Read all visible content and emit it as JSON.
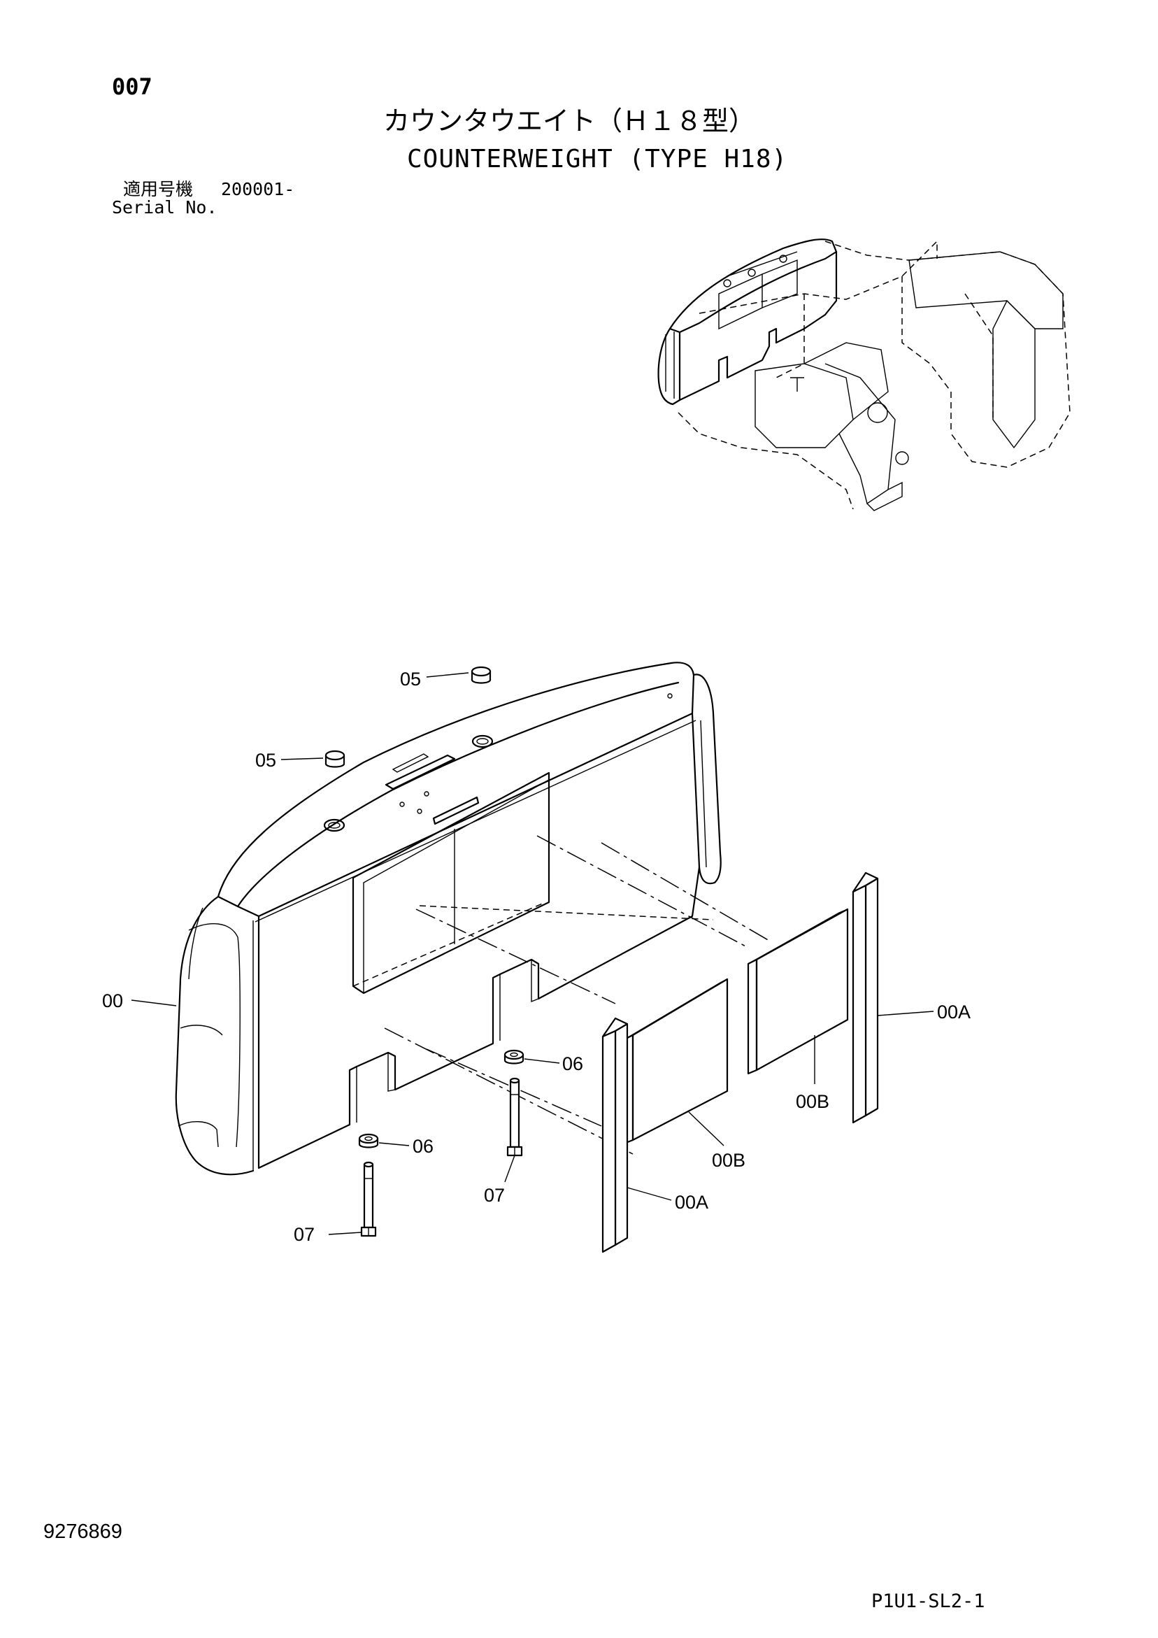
{
  "header": {
    "page_number": "007",
    "title_jp": "カウンタウエイト（Ｈ１８型）",
    "title_en": "COUNTERWEIGHT (TYPE H18)",
    "serial_label_jp": "適用号機",
    "serial_value": "200001-",
    "serial_label_en": "Serial No."
  },
  "callouts": {
    "c05_top": "05",
    "c05_left": "05",
    "c00": "00",
    "c06_right": "06",
    "c06_left": "06",
    "c07_right": "07",
    "c07_left": "07",
    "c00A_right": "00A",
    "c00A_bottom": "00A",
    "c00B_right": "00B",
    "c00B_bottom": "00B"
  },
  "footer": {
    "doc_id": "9276869",
    "sheet_id": "P1U1-SL2-1"
  }
}
